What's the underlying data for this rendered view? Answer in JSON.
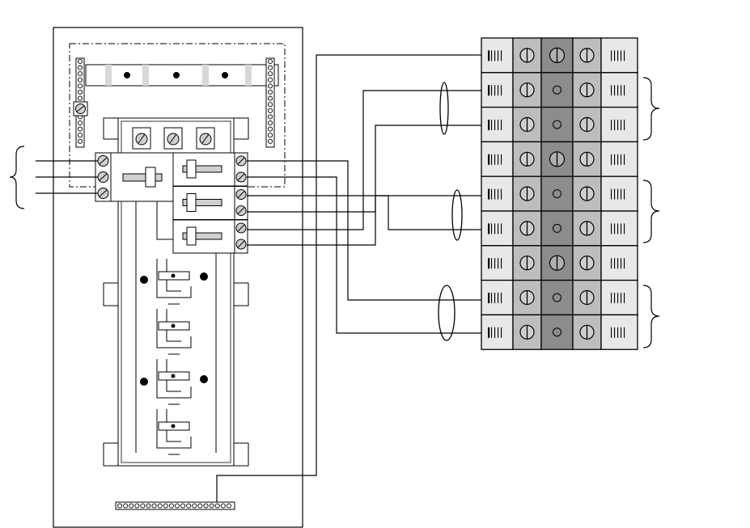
{
  "diagram": {
    "type": "wiring-diagram",
    "panel": {
      "top_neutral_bar_screws": 3,
      "main_breaker_poles": 3,
      "branch_breakers": 3,
      "interior_circuit_positions": 4,
      "ground_bar_terminals": 20,
      "side_bar_terminals": 14
    },
    "terminal_block": {
      "rows": 9,
      "columns": 5,
      "row_groups": [
        {
          "rows": [
            1,
            2
          ],
          "label": ""
        },
        {
          "rows": [
            4,
            5
          ],
          "label": ""
        },
        {
          "rows": [
            7,
            8
          ],
          "label": ""
        }
      ]
    },
    "cable_bundles": 3,
    "line_feed_conductors": 3,
    "colors": {
      "line": "#000000",
      "panel_fill": "#ffffff",
      "terminal_light": "#e8e8e8",
      "terminal_mid": "#bdbdbd",
      "terminal_dark": "#8c8c8c",
      "breaker_handle": "#d0d0d0"
    }
  }
}
